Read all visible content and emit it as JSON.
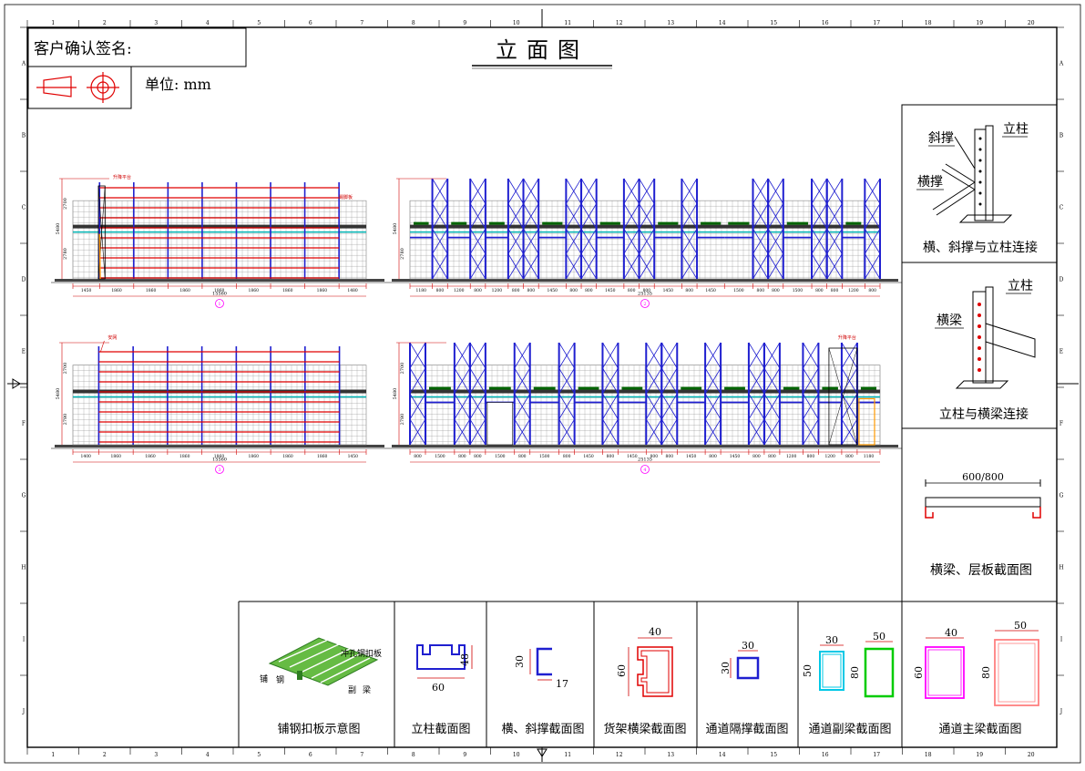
{
  "title": "立面图",
  "signature_label": "客户确认签名:",
  "unit_label": "单位: mm",
  "grid": {
    "cols": [
      "1",
      "2",
      "3",
      "4",
      "5",
      "6",
      "7",
      "8",
      "9",
      "10",
      "11",
      "12",
      "13",
      "14",
      "15",
      "16",
      "17",
      "18",
      "19",
      "20"
    ],
    "rows": [
      "A",
      "B",
      "C",
      "D",
      "E",
      "F",
      "G",
      "H",
      "I",
      "J"
    ]
  },
  "connections": [
    {
      "caption": "横、斜撑与立柱连接",
      "labels": [
        "斜撑",
        "立柱",
        "横撑"
      ]
    },
    {
      "caption": "立柱与横梁连接",
      "labels": [
        "立柱",
        "横梁"
      ]
    },
    {
      "caption": "横梁、层板截面图",
      "labels": [
        "600/800"
      ]
    }
  ],
  "sections": [
    {
      "caption": "铺钢扣板示意图",
      "labels": [
        "冲孔钢扣板",
        "铺",
        "钢",
        "副",
        "梁"
      ]
    },
    {
      "caption": "立柱截面图",
      "dims": [
        "60",
        "48"
      ]
    },
    {
      "caption": "横、斜撑截面图",
      "dims": [
        "30",
        "17"
      ]
    },
    {
      "caption": "货架横梁截面图",
      "dims": [
        "40",
        "60"
      ]
    },
    {
      "caption": "通道隔撑截面图",
      "dims": [
        "30",
        "30"
      ]
    },
    {
      "caption": "通道副梁截面图",
      "dims": [
        "30",
        "50",
        "50",
        "80"
      ]
    },
    {
      "caption": "通道主梁截面图",
      "dims": [
        "40",
        "60",
        "50",
        "80"
      ]
    }
  ],
  "elevations": [
    {
      "marker": "1",
      "total": "15560",
      "note": "升降平台",
      "note2": "踢脚板",
      "height_dims": [
        "5480",
        "2700",
        "2780"
      ],
      "spans": [
        "1450",
        "1860",
        "1860",
        "1860",
        "1860",
        "1860",
        "1860",
        "1860",
        "1480"
      ]
    },
    {
      "marker": "2",
      "total": "25135",
      "height_dims": [
        "5480",
        "2780"
      ],
      "spans": [
        "1180",
        "800",
        "1200",
        "800",
        "1200",
        "800",
        "800",
        "1450",
        "800",
        "800",
        "1450",
        "800",
        "800",
        "1450",
        "800",
        "1450",
        "1500",
        "800",
        "800",
        "1500",
        "800",
        "800",
        "1200",
        "800"
      ]
    },
    {
      "marker": "3",
      "total": "15560",
      "note": "安网",
      "height_dims": [
        "5480",
        "2700",
        "2780"
      ],
      "spans": [
        "1400",
        "1860",
        "1860",
        "1860",
        "1860",
        "1860",
        "1860",
        "1860",
        "1450"
      ]
    },
    {
      "marker": "4",
      "total": "25135",
      "note": "升降平台",
      "height_dims": [
        "5480",
        "2700",
        "2780"
      ],
      "spans": [
        "800",
        "1500",
        "800",
        "800",
        "1500",
        "800",
        "1500",
        "800",
        "1450",
        "800",
        "1450",
        "800",
        "800",
        "1450",
        "800",
        "1450",
        "800",
        "800",
        "1200",
        "800",
        "1200",
        "800",
        "1180"
      ]
    }
  ],
  "colors": {
    "border": "#000000",
    "upright_red": "#e00000",
    "upright_blue": "#1f1fd0",
    "mesh": "#808080",
    "dim": "#d00000",
    "marker": "#ff00ff",
    "beam_green": "#006400",
    "beam_teal": "#00b4b4"
  }
}
